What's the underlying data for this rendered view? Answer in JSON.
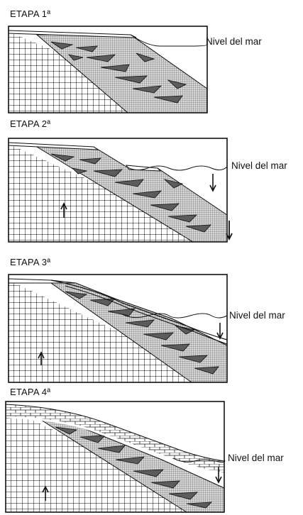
{
  "stages": [
    {
      "title": "ETAPA 1ª",
      "sea_label": "Nivel del mar"
    },
    {
      "title": "ETAPA 2ª",
      "sea_label": "Nivel del mar"
    },
    {
      "title": "ETAPA 3ª",
      "sea_label": "Nivel del mar"
    },
    {
      "title": "ETAPA 4ª",
      "sea_label": "Nivel del mar"
    }
  ]
}
